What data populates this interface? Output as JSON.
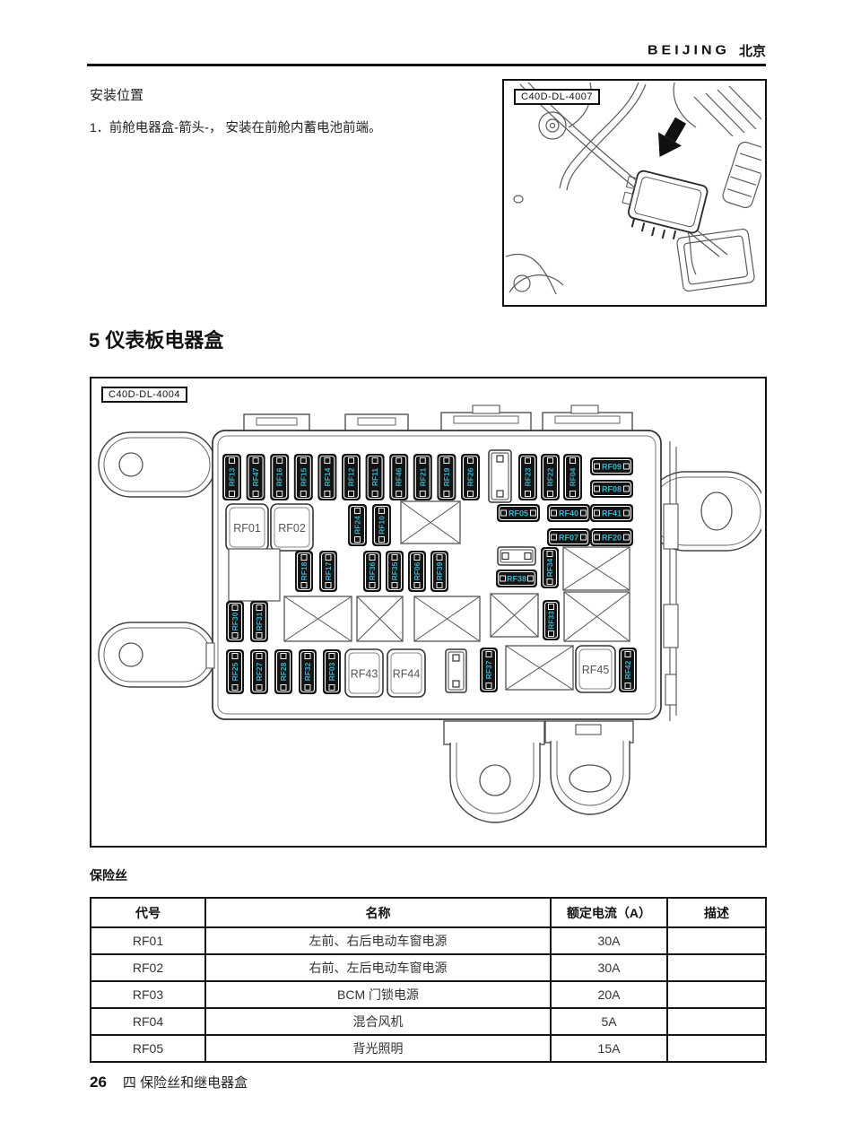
{
  "header": {
    "brand_latin": "BEIJING",
    "brand_cn": "北京"
  },
  "intro": {
    "title": "安装位置",
    "item_no": "1．",
    "item_text": "前舱电器盒-箭头-， 安装在前舱内蓄电池前端。"
  },
  "figure_top": {
    "code": "C40D-DL-4007"
  },
  "section": {
    "heading": "5 仪表板电器盒"
  },
  "diagram": {
    "code": "C40D-DL-4004",
    "top_row_fuses": [
      "RF13",
      "RF47",
      "RF16",
      "RF15",
      "RF14",
      "RF12",
      "RF11",
      "RF46",
      "RF21",
      "RF19",
      "RF26"
    ],
    "mid_pair_fuses": [
      "RF24",
      "RF10"
    ],
    "top_trio_fuses": [
      "RF23",
      "RF22",
      "RF04"
    ],
    "horizontal_fuses": [
      "RF09",
      "RF08",
      "RF05",
      "RF40",
      "RF41",
      "RF07",
      "RF20"
    ],
    "row3_pair_fuses": [
      "RF18",
      "RF17"
    ],
    "row3_quad_fuses": [
      "RF36",
      "RF35",
      "RF06",
      "RF39"
    ],
    "row4_pair_fuses": [
      "RF30",
      "RF31"
    ],
    "bottom_row_fuses": [
      "RF25",
      "RF27",
      "RF28",
      "RF32",
      "RF03"
    ],
    "single_fuses": {
      "rf38": "RF38",
      "rf34": "RF34",
      "rf33": "RF33",
      "rf37": "RF37",
      "rf42": "RF42"
    },
    "big_boxes": [
      "RF01",
      "RF02",
      "RF44",
      "RF43",
      "RF45"
    ]
  },
  "fuse_section_label": "保险丝",
  "fuse_table": {
    "headers": [
      "代号",
      "名称",
      "额定电流（A）",
      "描述"
    ],
    "rows": [
      [
        "RF01",
        "左前、右后电动车窗电源",
        "30A",
        ""
      ],
      [
        "RF02",
        "右前、左后电动车窗电源",
        "30A",
        ""
      ],
      [
        "RF03",
        "BCM 门锁电源",
        "20A",
        ""
      ],
      [
        "RF04",
        "混合风机",
        "5A",
        ""
      ],
      [
        "RF05",
        "背光照明",
        "15A",
        ""
      ]
    ]
  },
  "footer": {
    "page_number": "26",
    "chapter": "四 保险丝和继电器盒"
  },
  "colors": {
    "fuse_label": "#3FAFC8",
    "fuse_body": "#141414",
    "line": "#4a4a4a"
  }
}
